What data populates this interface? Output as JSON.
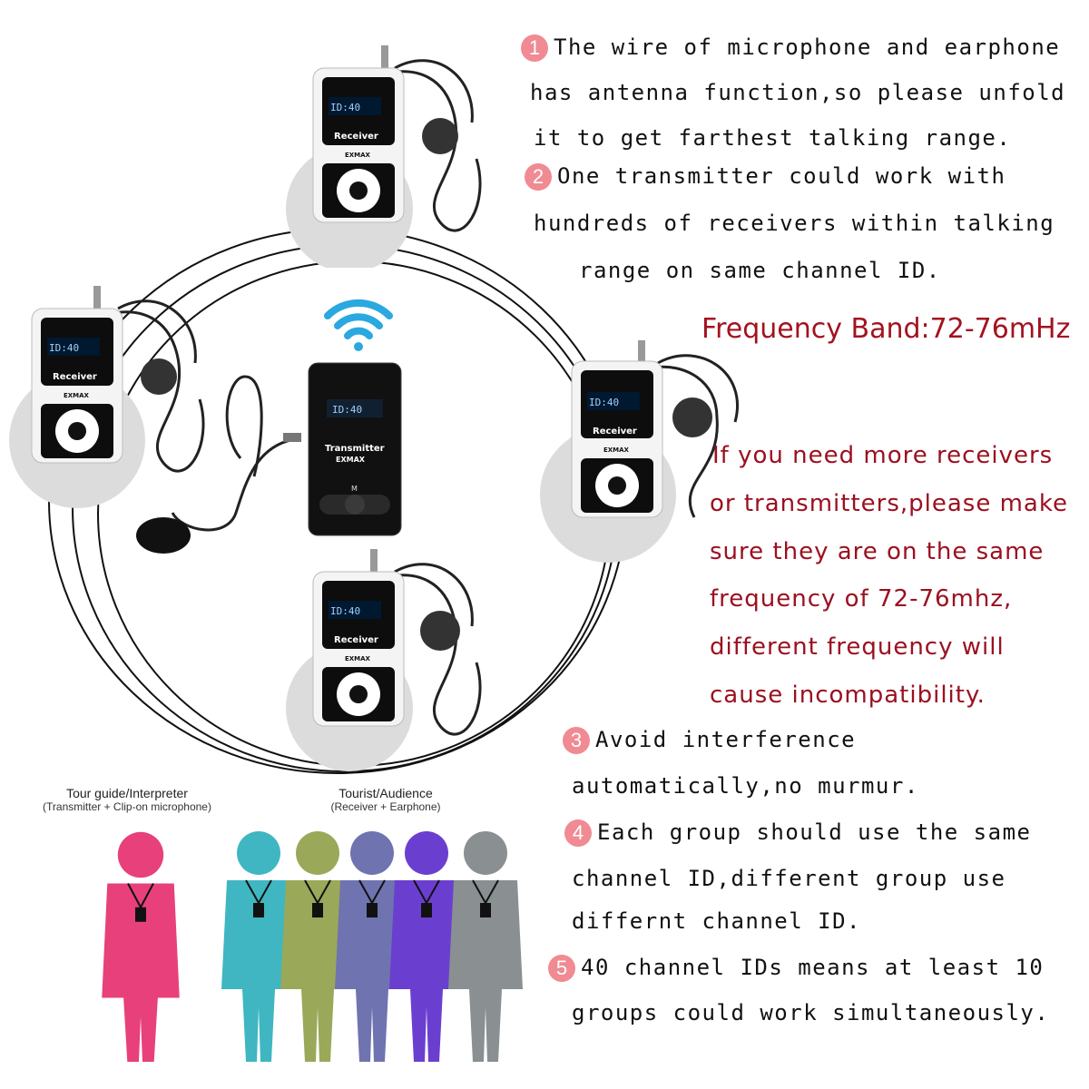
{
  "notes": [
    {
      "num": "1",
      "lines": [
        "The wire of microphone and earphone",
        "has antenna function,so please unfold",
        "it  to get farthest talking range."
      ]
    },
    {
      "num": "2",
      "lines": [
        "One transmitter could work with",
        "hundreds of receivers within talking",
        "range on same channel ID."
      ]
    },
    {
      "num": "3",
      "lines": [
        "Avoid interference",
        "automatically,no murmur."
      ]
    },
    {
      "num": "4",
      "lines": [
        "Each group should use the same",
        "channel ID,different group use",
        "differnt  channel ID."
      ]
    },
    {
      "num": "5",
      "lines": [
        "40 channel IDs means  at least 10",
        "groups could work simultaneously."
      ]
    }
  ],
  "frequency_band": "Frequency Band:72-76mHz",
  "warning_lines": [
    "If you need more receivers",
    "or transmitters,please make",
    "sure they are on the same",
    "frequency of 72-76mhz,",
    "different frequency will",
    "cause incompatibility."
  ],
  "receiver": {
    "screen": "ID:40",
    "label": "Receiver",
    "brand": "EXMAX"
  },
  "transmitter": {
    "screen": "ID:40",
    "label": "Transmitter",
    "brand": "EXMAX",
    "mid_key": "M"
  },
  "captions": {
    "guide_title": "Tour guide/Interpreter",
    "guide_sub": "(Transmitter + Clip-on microphone)",
    "tourist_title": "Tourist/Audience",
    "tourist_sub": "(Receiver + Earphone)"
  },
  "colors": {
    "guide": "#e8407a",
    "tourists": [
      "#3fb6c2",
      "#9aa85a",
      "#6f73b0",
      "#6a3fd0",
      "#8a8f92"
    ],
    "accent_red": "#a3121f",
    "badge": "#f08a93",
    "wifi": "#2aa8e0"
  }
}
